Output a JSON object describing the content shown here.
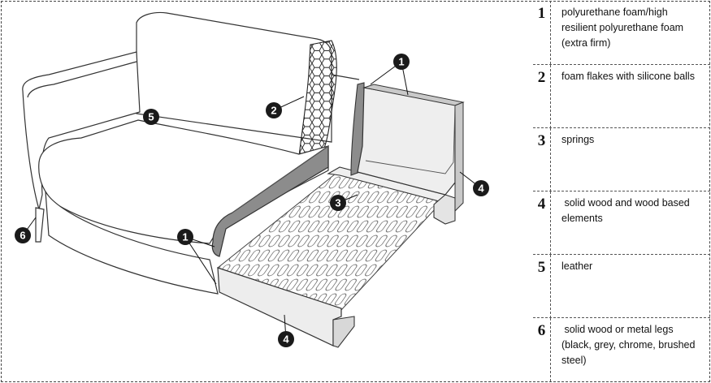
{
  "callouts": {
    "c1a": "1",
    "c1b": "1",
    "c2": "2",
    "c3": "3",
    "c4a": "4",
    "c4b": "4",
    "c5": "5",
    "c6": "6"
  },
  "legend": [
    {
      "num": "1",
      "text": "polyurethane foam/high resilient polyurethane foam (extra firm)"
    },
    {
      "num": "2",
      "text": "foam flakes with silicone balls"
    },
    {
      "num": "3",
      "text": "springs"
    },
    {
      "num": "4",
      "text": " solid wood and wood based elements"
    },
    {
      "num": "5",
      "text": "leather"
    },
    {
      "num": "6",
      "text": " solid wood or metal legs (black, grey, chrome, brushed steel)"
    }
  ]
}
